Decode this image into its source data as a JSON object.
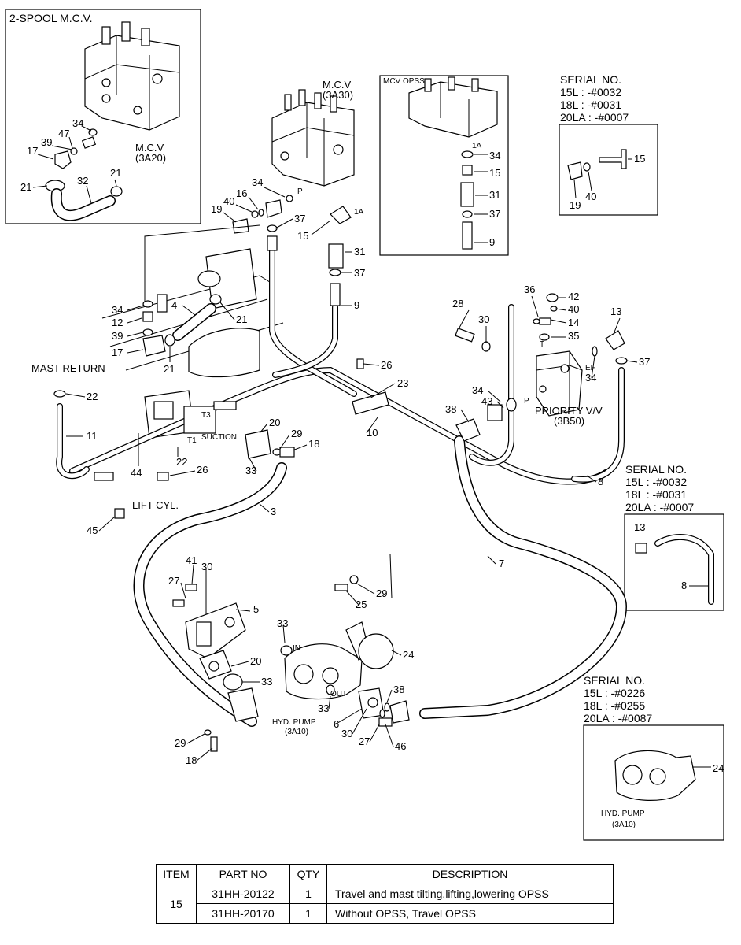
{
  "insets": {
    "spool": {
      "title": "2-SPOOL M.C.V.",
      "mcv_label": "M.C.V",
      "mcv_code": "(3A20)"
    },
    "opss": {
      "title": "MCV OPSS"
    },
    "serial_a": {
      "title": "SERIAL NO.",
      "lines": [
        "15L : -#0032",
        "18L : -#0031",
        "20LA : -#0007"
      ]
    },
    "serial_b": {
      "title": "SERIAL NO.",
      "lines": [
        "15L : -#0032",
        "18L : -#0031",
        "20LA : -#0007"
      ]
    },
    "serial_c": {
      "title": "SERIAL NO.",
      "lines": [
        "15L : -#0226",
        "18L : -#0255",
        "20LA : -#0087"
      ],
      "pump_label": "HYD. PUMP",
      "pump_code": "(3A10)"
    }
  },
  "main": {
    "mcv_label": "M.C.V",
    "mcv_code": "(3A30)",
    "mast_return": "MAST RETURN",
    "lift_cyl": "LIFT CYL.",
    "priority_label": "PRIORITY V/V",
    "priority_code": "(3B50)",
    "pump_label": "HYD. PUMP",
    "pump_code": "(3A10)",
    "port_in": "IN",
    "port_out": "OUT",
    "port_suction": "SUCTION",
    "port_p": "P",
    "port_t": "T",
    "port_ef": "EF",
    "port_1a": "1A",
    "port_t1": "T1",
    "port_t3": "T3"
  },
  "parts_table": {
    "headers": [
      "ITEM",
      "PART NO",
      "QTY",
      "DESCRIPTION"
    ],
    "item": "15",
    "rows": [
      {
        "part_no": "31HH-20122",
        "qty": "1",
        "description": "Travel and mast tilting,lifting,lowering OPSS"
      },
      {
        "part_no": "31HH-20170",
        "qty": "1",
        "description": "Without OPSS, Travel OPSS"
      }
    ]
  }
}
